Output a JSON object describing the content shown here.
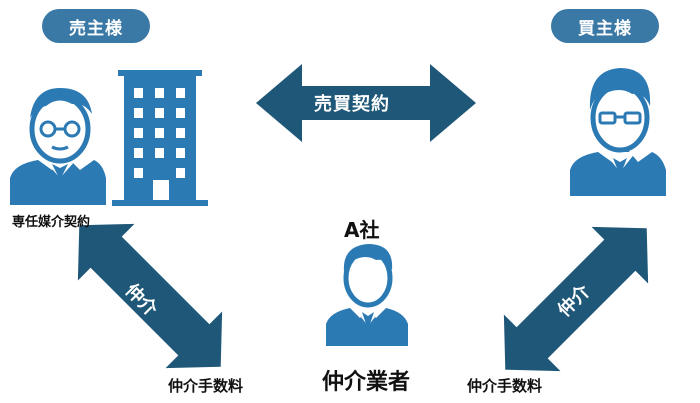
{
  "seller": {
    "title": "売主様",
    "contract_note": "専任媒介契約"
  },
  "buyer": {
    "title": "買主様"
  },
  "center": {
    "company": "A社",
    "role": "仲介業者"
  },
  "arrows": {
    "sale_contract": "売買契約",
    "left_mediation": "仲介",
    "right_mediation": "仲介"
  },
  "fees": {
    "left": "仲介手数料",
    "right": "仲介手数料"
  },
  "icons": {
    "seller_person": "elderly-man-glasses-icon",
    "seller_building": "office-building-icon",
    "buyer_person": "man-glasses-icon",
    "agent_person": "businessman-icon"
  },
  "colors": {
    "accent": "#3a78a6",
    "dark_arrow": "#1f5778",
    "icon_blue": "#2b7ab4"
  }
}
